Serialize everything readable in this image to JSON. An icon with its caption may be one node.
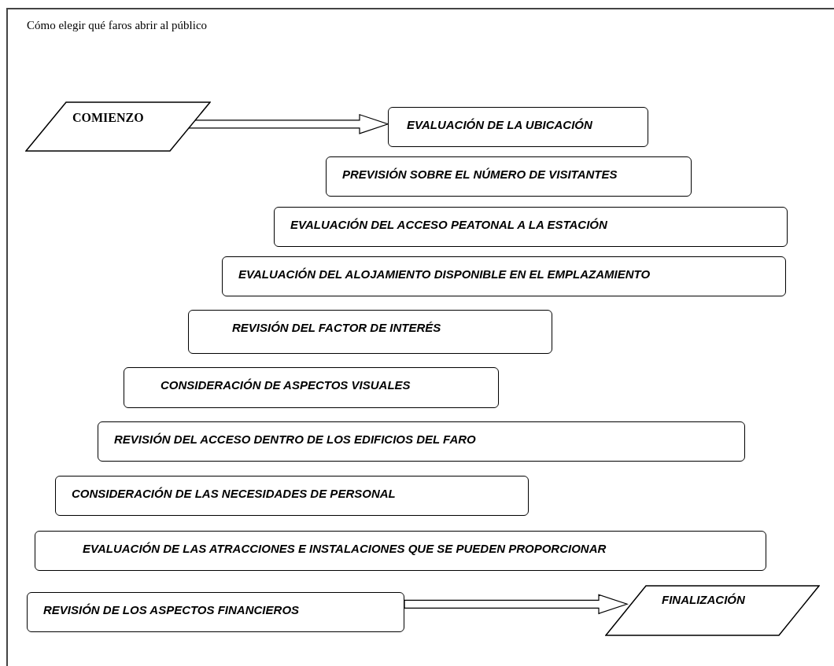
{
  "diagram": {
    "title": "Cómo elegir qué faros abrir al público",
    "nodes": [
      {
        "text": [
          "COMIENZO"
        ]
      },
      {
        "text": [
          "EVALUACIÓN DE LA UBICACIÓN"
        ]
      },
      {
        "text": [
          "PREVISIÓN SOBRE EL NÚMERO DE VISITANTES"
        ]
      },
      {
        "text": [
          "EVALUACIÓN DEL ACCESO PEATONAL A LA ESTACIÓN"
        ]
      },
      {
        "text": [
          "EVALUACIÓN DEL ALOJAMIENTO DISPONIBLE EN EL EMPLAZAMIENTO"
        ]
      },
      {
        "text": [
          "REVISIÓN DEL FACTOR DE INTERÉS"
        ]
      },
      {
        "text": [
          "CONSIDERACIÓN DE ASPECTOS VISUALES"
        ]
      },
      {
        "text": [
          "REVISIÓN DEL ACCESO DENTRO DE LOS EDIFICIOS DEL FARO"
        ]
      },
      {
        "text": [
          "CONSIDERACIÓN DE LAS NECESIDADES DE PERSONAL"
        ]
      },
      {
        "text": [
          "EVALUACIÓN DE LAS ATRACCIONES E INSTALACIONES QUE SE PUEDEN PROPORCIONAR"
        ]
      },
      {
        "text": [
          "REVISIÓN DE LOS ASPECTOS FINANCIEROS"
        ]
      },
      {
        "text": [
          "FINALIZACIÓN"
        ]
      }
    ],
    "edges": [
      {
        "from": 0,
        "to": 1,
        "arrow": "to"
      },
      {
        "from": 10,
        "to": 11,
        "arrow": "to"
      }
    ]
  }
}
